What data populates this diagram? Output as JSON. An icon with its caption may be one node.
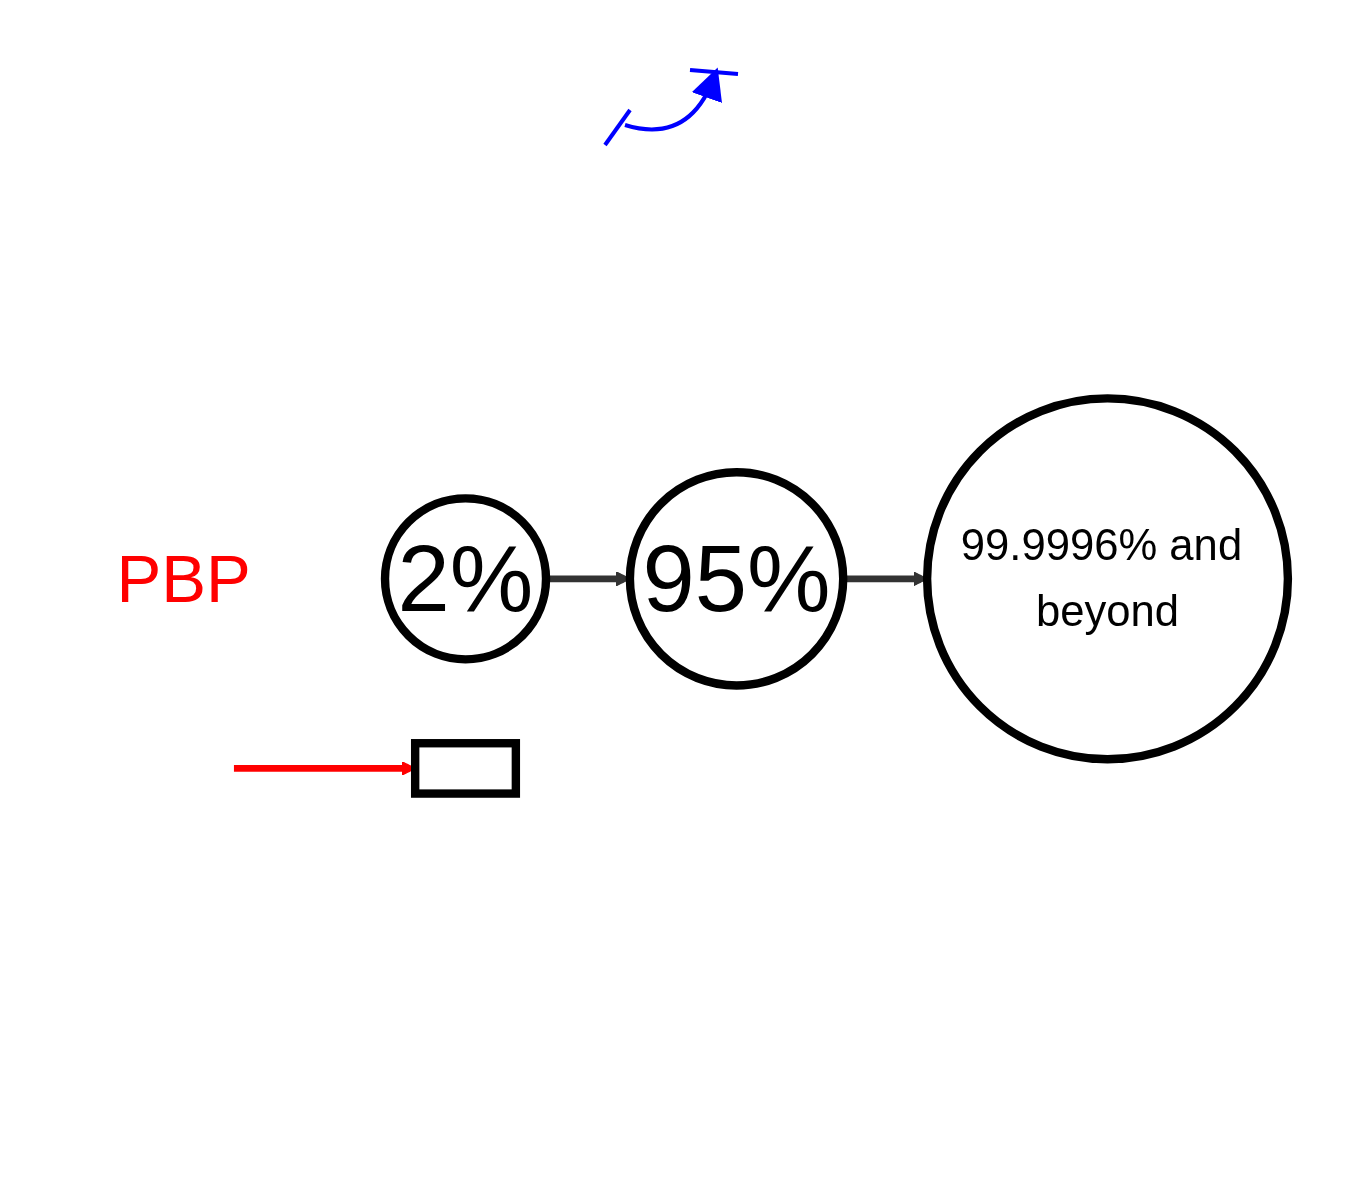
{
  "diagram": {
    "nodes": [
      {
        "text": [
          "2%"
        ],
        "beside": [
          "PBP"
        ]
      },
      {
        "text": [
          "95%"
        ]
      },
      {
        "text": [
          "99.9996% and beyond"
        ]
      },
      {
        "text": [],
        "shape": "box"
      }
    ],
    "edges": [
      {
        "from": 0,
        "to": 1,
        "arrow": "to"
      },
      {
        "from": 1,
        "to": 2,
        "arrow": "to"
      },
      {
        "from": null,
        "to": 3,
        "arrow": "to",
        "color": "#ff0000"
      }
    ]
  }
}
